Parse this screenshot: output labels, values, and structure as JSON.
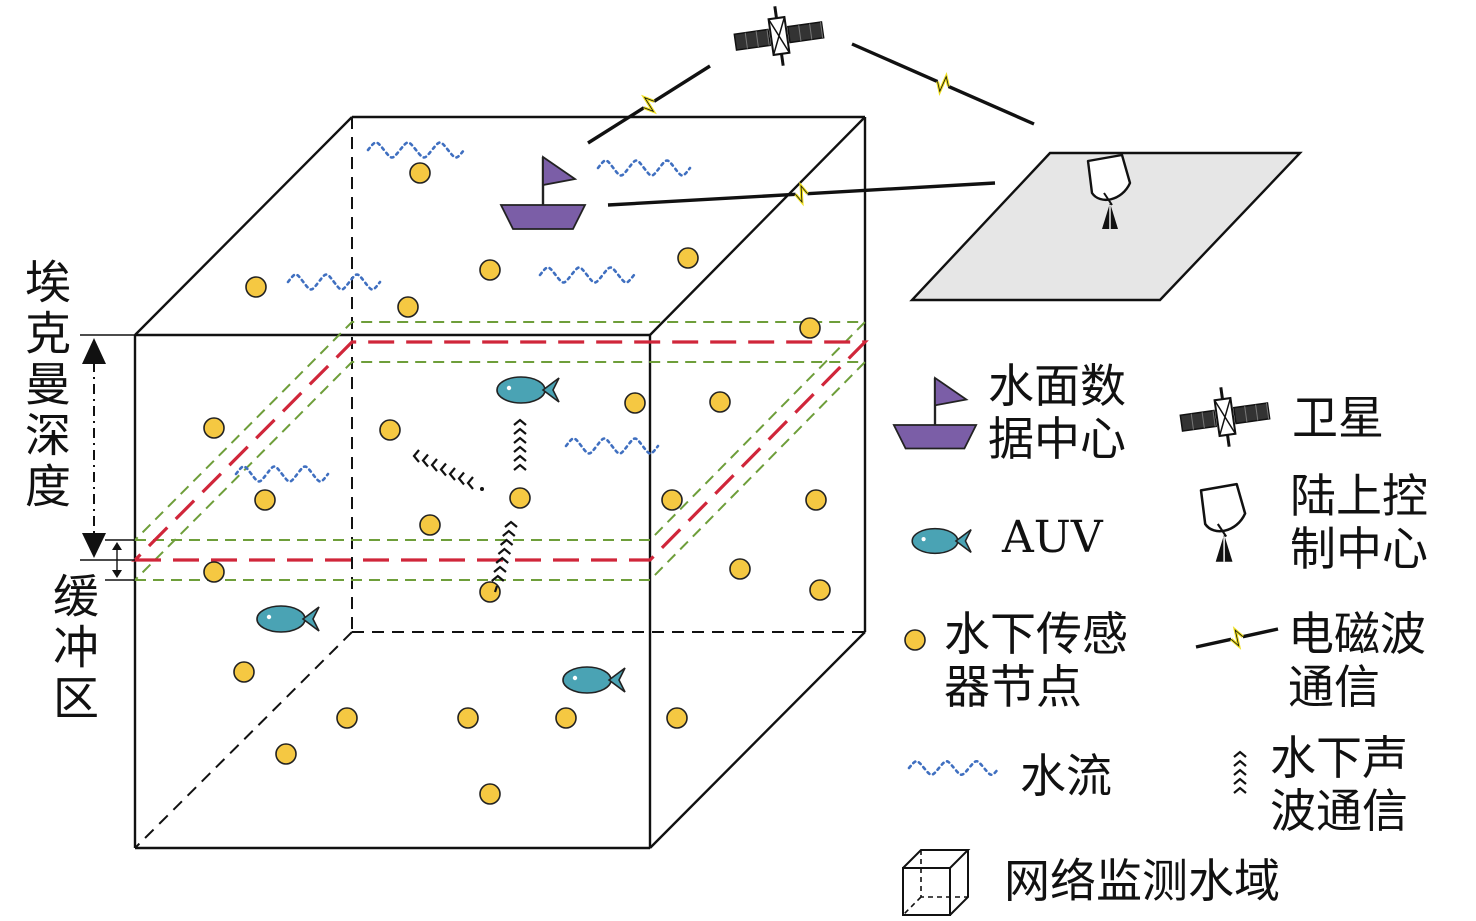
{
  "colors": {
    "node": "#F5C842",
    "boat": "#7B5EA7",
    "auv": "#4AA3B4",
    "current": "#3F6FC0",
    "buffer_outline": "#6E9E3A",
    "thermocline": "#D0263A",
    "land_platform": "#E6E6E6",
    "lightning": "#F0E020"
  },
  "depth_label": "埃克曼深度",
  "buffer_label": "缓冲区",
  "legend": {
    "surface_center": "水面数据中心",
    "satellite": "卫星",
    "auv": "AUV",
    "land_center": "陆上控制中心",
    "sensor_node": "水下传感器节点",
    "em_comm": "电磁波通信",
    "current": "水流",
    "acoustic_comm": "水下声波通信",
    "monitoring_area": "网络监测水域"
  },
  "icons": {
    "satellite": "satellite-icon",
    "boat": "boat-icon",
    "auv": "auv-icon",
    "land_center": "satellite-dish-icon",
    "sensor_node": "sensor-node-icon",
    "em_comm": "lightning-link-icon",
    "current": "wave-icon",
    "acoustic_comm": "acoustic-signal-icon",
    "monitoring_area": "cube-icon"
  }
}
